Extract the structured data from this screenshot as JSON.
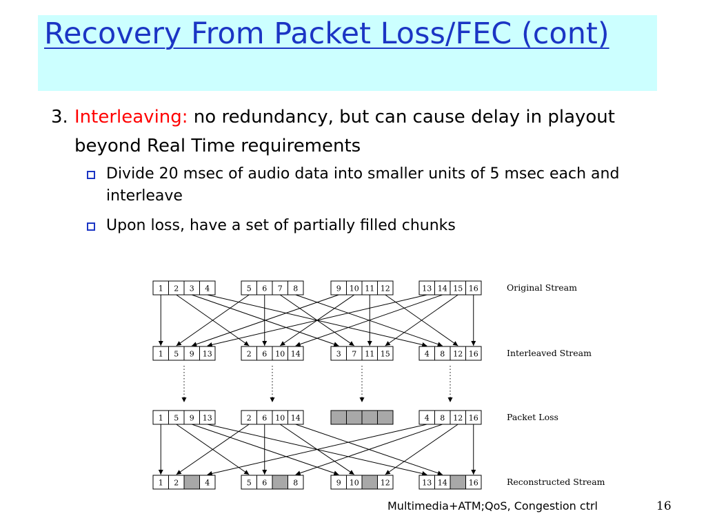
{
  "slide": {
    "title": "Recovery From Packet Loss/FEC (cont)",
    "point": {
      "number": "3.",
      "keyword": "Interleaving:",
      "text": " no redundancy, but can cause delay in playout beyond Real Time requirements"
    },
    "subpoints": [
      "Divide 20 msec of audio data into smaller units of 5 msec each and interleave",
      "Upon loss, have a set of partially filled chunks"
    ],
    "footer": "Multimedia+ATM;QoS, Congestion ctrl",
    "page_number": "16"
  },
  "diagram": {
    "rows": [
      {
        "label": "Original Stream",
        "packets": [
          [
            "1",
            "2",
            "3",
            "4"
          ],
          [
            "5",
            "6",
            "7",
            "8"
          ],
          [
            "9",
            "10",
            "11",
            "12"
          ],
          [
            "13",
            "14",
            "15",
            "16"
          ]
        ]
      },
      {
        "label": "Interleaved Stream",
        "packets": [
          [
            "1",
            "5",
            "9",
            "13"
          ],
          [
            "2",
            "6",
            "10",
            "14"
          ],
          [
            "3",
            "7",
            "11",
            "15"
          ],
          [
            "4",
            "8",
            "12",
            "16"
          ]
        ]
      },
      {
        "label": "Packet Loss",
        "packets": [
          [
            "1",
            "5",
            "9",
            "13"
          ],
          [
            "2",
            "6",
            "10",
            "14"
          ],
          [
            "",
            "",
            "",
            ""
          ],
          [
            "4",
            "8",
            "12",
            "16"
          ]
        ],
        "lost_packet": 2
      },
      {
        "label": "Reconstructed Stream",
        "packets": [
          [
            "1",
            "2",
            "",
            "4"
          ],
          [
            "5",
            "6",
            "",
            "8"
          ],
          [
            "9",
            "10",
            "",
            "12"
          ],
          [
            "13",
            "14",
            "",
            "16"
          ]
        ],
        "missing_cell": 2
      }
    ],
    "colors": {
      "lost_fill": "#a8a8a8",
      "line": "#000000"
    }
  }
}
